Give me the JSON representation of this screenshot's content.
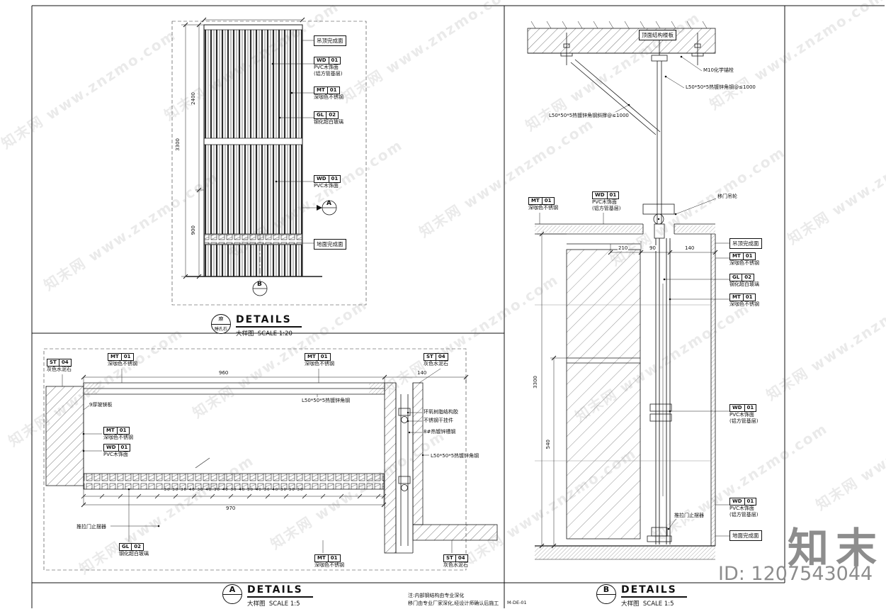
{
  "watermark": {
    "tile": "知末网 www.znzmo.com",
    "brand": "知末",
    "id": "ID: 1207543044"
  },
  "sheet": {
    "number": "M-DE-01"
  },
  "note": {
    "line1": "注:内部钢结构由专业深化",
    "line2": "移门由专业厂家深化,经设计师确认后施工"
  },
  "elev": {
    "bubble_top": "麻",
    "bubble_bottom": "睡孔石",
    "heading": "DETAILS",
    "sub": "大样图  SCALE 1:20",
    "ceiling": "吊顶完成面",
    "floor": "地面完成面",
    "marker_a": "A",
    "marker_b": "B",
    "dims": {
      "overall": "3300",
      "upper": "2400",
      "lower": "900"
    },
    "tags": [
      {
        "c1": "WD",
        "c2": "01",
        "l1": "PVC木饰面",
        "l2": "(铝方管基层)"
      },
      {
        "c1": "MT",
        "c2": "01",
        "l1": "深咖色不锈钢",
        "l2": ""
      },
      {
        "c1": "GL",
        "c2": "02",
        "l1": "钢化超白玻璃",
        "l2": ""
      },
      {
        "c1": "WD",
        "c2": "01",
        "l1": "PVC木饰面",
        "l2": ""
      }
    ]
  },
  "detailA": {
    "bubble": "A",
    "heading": "DETAILS",
    "sub": "大样图  SCALE 1:5",
    "tags": [
      {
        "c1": "ST",
        "c2": "04",
        "l1": "灰色水泥石"
      },
      {
        "c1": "MT",
        "c2": "01",
        "l1": "深咖色不锈钢"
      },
      {
        "c1": "MT",
        "c2": "01",
        "l1": "深咖色不锈钢"
      },
      {
        "c1": "ST",
        "c2": "04",
        "l1": "灰色水泥石"
      },
      {
        "c1": "MT",
        "c2": "01",
        "l1": "深咖色不锈钢"
      },
      {
        "c1": "WD",
        "c2": "01",
        "l1": "PVC木饰面"
      },
      {
        "c1": "GL",
        "c2": "02",
        "l1": "钢化超白玻璃"
      },
      {
        "c1": "MT",
        "c2": "01",
        "l1": "深咖色不锈钢"
      },
      {
        "c1": "ST",
        "c2": "04",
        "l1": "灰色水泥石"
      }
    ],
    "ann": {
      "board": "9厚玻镁板",
      "angle1": "L50*50*5热镀锌角钢",
      "epoxy": "环氧树脂结构胶",
      "hanger": "不锈钢干挂件",
      "channel": "8#热镀锌槽钢",
      "angle2": "L50*50*5热镀锌角钢",
      "stopper": "推拉门止摆器"
    },
    "dims": {
      "w1": "960",
      "w2": "140",
      "seq": "30 30 30 40 30 40 30 40 30 40 30 40 30 40 30 30 30",
      "total": "970"
    }
  },
  "detailB": {
    "bubble": "B",
    "heading": "DETAILS",
    "sub": "大样图  SCALE 1:5",
    "ann": {
      "slab": "顶面结构楼板",
      "anchor": "M10化学锚栓",
      "angle": "L50*50*5热镀锌角钢@≤1000",
      "brace": "L50*50*5热镀锌角钢斜撑@≤1000",
      "wheel": "移门吊轮",
      "ceiling": "吊顶完成面",
      "stopper": "推拉门止摆器",
      "floor": "地面完成面"
    },
    "tags": [
      {
        "c1": "MT",
        "c2": "01",
        "l1": "深咖色不锈钢",
        "l2": ""
      },
      {
        "c1": "WD",
        "c2": "01",
        "l1": "PVC木饰面",
        "l2": "(铝方管基层)"
      },
      {
        "c1": "MT",
        "c2": "01",
        "l1": "深咖色不锈钢",
        "l2": ""
      },
      {
        "c1": "GL",
        "c2": "02",
        "l1": "钢化超白玻璃",
        "l2": ""
      },
      {
        "c1": "MT",
        "c2": "01",
        "l1": "深咖色不锈钢",
        "l2": ""
      },
      {
        "c1": "WD",
        "c2": "01",
        "l1": "PVC木饰面",
        "l2": "(铝方管基层)"
      },
      {
        "c1": "WD",
        "c2": "01",
        "l1": "PVC木饰面",
        "l2": "(铝方管基层)"
      }
    ],
    "dims": {
      "overall": "3300",
      "seg": "540",
      "a": "210",
      "b": "90",
      "c": "140"
    }
  }
}
